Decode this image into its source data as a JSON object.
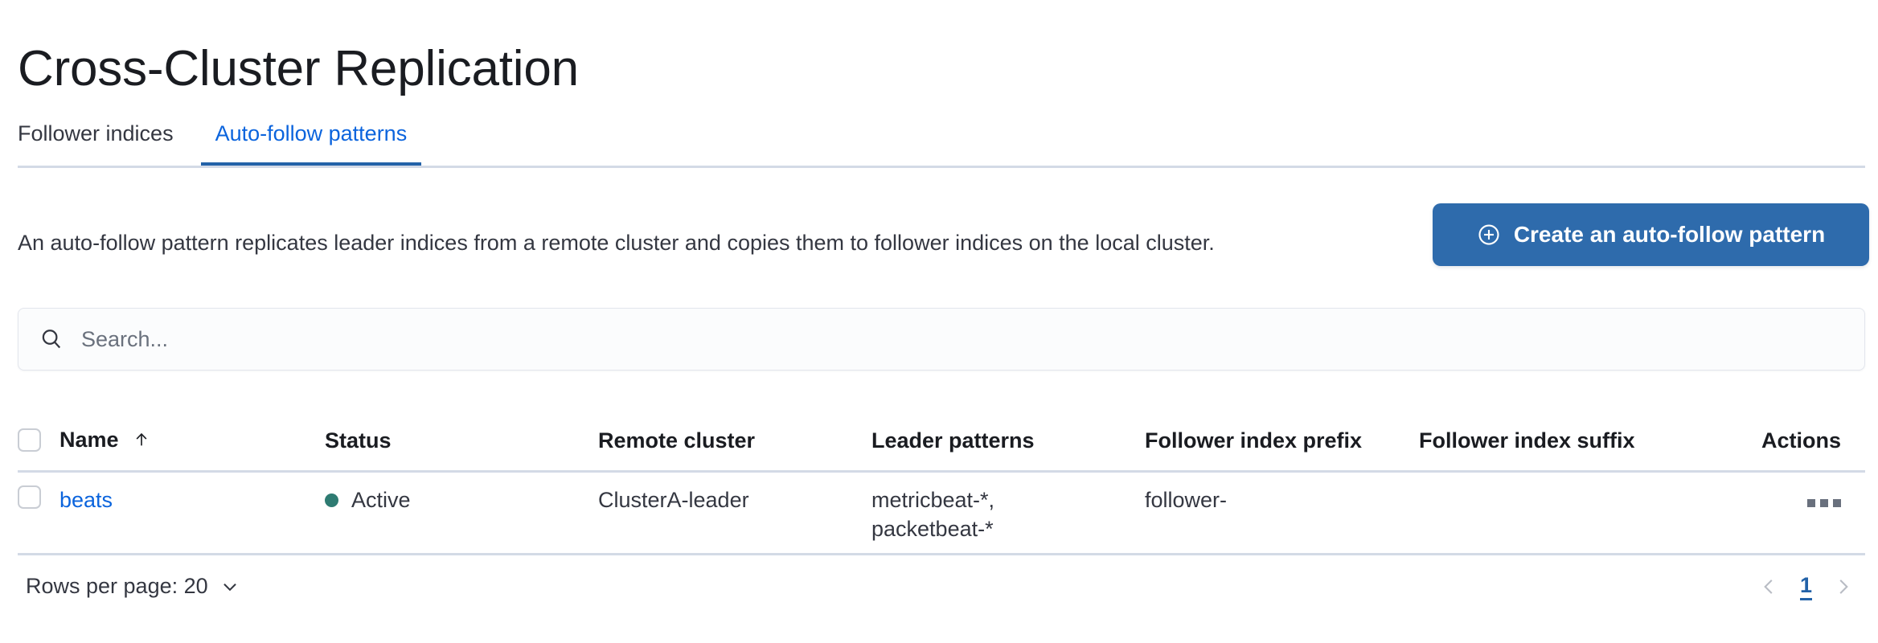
{
  "page": {
    "title": "Cross-Cluster Replication"
  },
  "tabs": [
    {
      "label": "Follower indices",
      "active": false
    },
    {
      "label": "Auto-follow patterns",
      "active": true
    }
  ],
  "description": "An auto-follow pattern replicates leader indices from a remote cluster and copies them to follower indices on the local cluster.",
  "cta": {
    "label": "Create an auto-follow pattern",
    "icon": "plus-in-circle-icon",
    "background": "#2e6bac",
    "text_color": "#ffffff"
  },
  "search": {
    "placeholder": "Search...",
    "value": "",
    "icon": "search-icon"
  },
  "table": {
    "columns": [
      {
        "label": "Name",
        "sorted": true,
        "sort_icon": "arrow-up-icon"
      },
      {
        "label": "Status"
      },
      {
        "label": "Remote cluster"
      },
      {
        "label": "Leader patterns"
      },
      {
        "label": "Follower index prefix"
      },
      {
        "label": "Follower index suffix"
      },
      {
        "label": "Actions"
      }
    ],
    "rows": [
      {
        "selected": false,
        "name": "beats",
        "status": "Active",
        "status_color": "#2e7b72",
        "remote_cluster": "ClusterA-leader",
        "leader_patterns": [
          "metricbeat-*,",
          "packetbeat-*"
        ],
        "follower_index_prefix": "follower-",
        "follower_index_suffix": "",
        "actions_icon": "more-actions-icon"
      }
    ]
  },
  "footer": {
    "rows_per_page_label": "Rows per page: 20",
    "rows_per_page_icon": "chevron-down-icon",
    "pagination": {
      "prev_icon": "chevron-left-icon",
      "next_icon": "chevron-right-icon",
      "current_page": "1"
    }
  },
  "colors": {
    "link": "#0b64dd",
    "accent": "#2362a8",
    "border": "#d3dae6",
    "text": "#343741"
  }
}
